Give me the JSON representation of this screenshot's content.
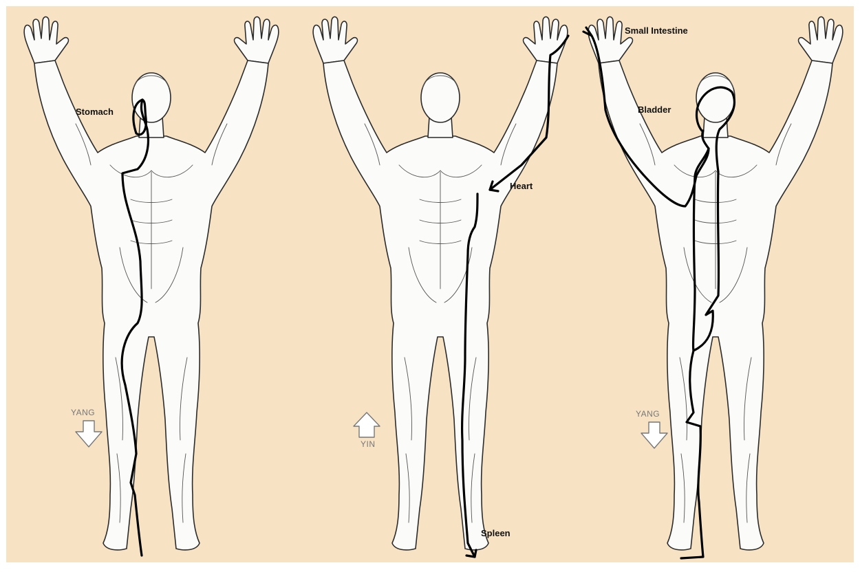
{
  "colors": {
    "background": "#f7e3c4",
    "border": "#ffffff",
    "meridian_line": "#000000",
    "figure_outline": "#2b2b2b",
    "direction_arrow": "#777777"
  },
  "figures": [
    {
      "view": "front",
      "meridians": [
        {
          "label": "Stomach"
        }
      ],
      "direction": {
        "label": "YANG",
        "arrow": "down"
      }
    },
    {
      "view": "front",
      "meridians": [
        {
          "label": "Heart"
        },
        {
          "label": "Spleen"
        }
      ],
      "direction": {
        "label": "YIN",
        "arrow": "up"
      }
    },
    {
      "view": "back",
      "meridians": [
        {
          "label": "Small Intestine"
        },
        {
          "label": "Bladder"
        }
      ],
      "direction": {
        "label": "YANG",
        "arrow": "down"
      }
    }
  ]
}
